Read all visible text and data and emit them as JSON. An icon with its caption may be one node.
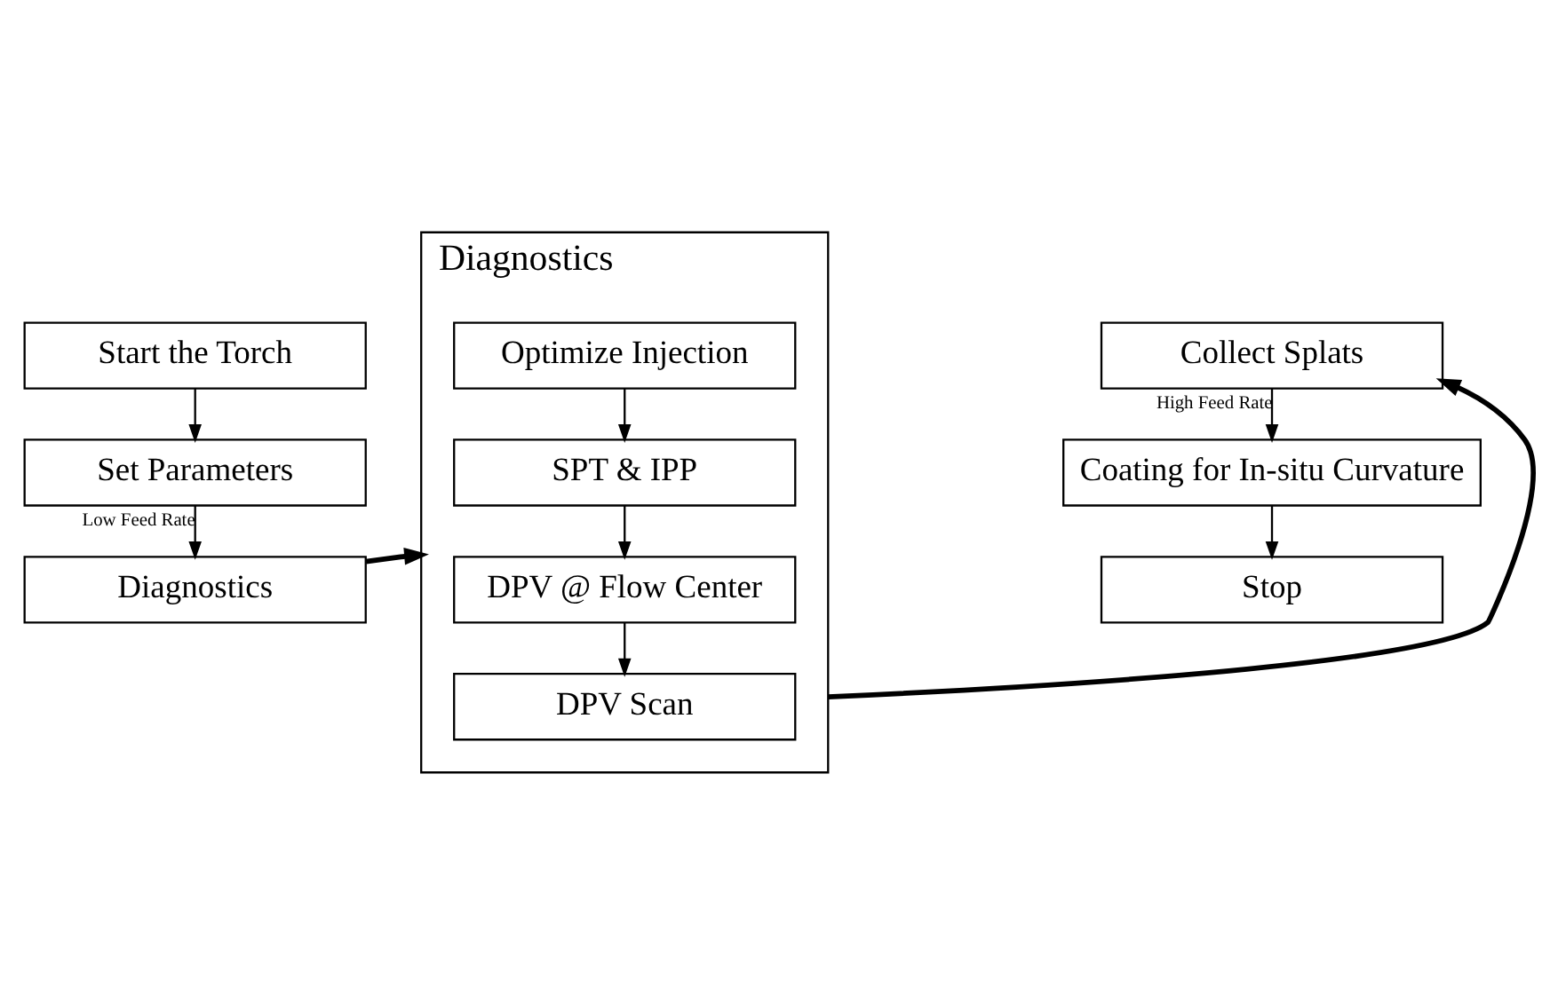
{
  "diagram": {
    "nodes": [
      {
        "text": [
          "Start the Torch"
        ]
      },
      {
        "text": [
          "Set Parameters"
        ]
      },
      {
        "text": [
          "Diagnostics"
        ]
      },
      {
        "text": [
          "Collect Splats"
        ]
      },
      {
        "text": [
          "Coating for In-situ Curvature"
        ]
      },
      {
        "text": [
          "Stop"
        ]
      },
      {
        "text": [
          "Diagnostics"
        ]
      },
      {
        "text": [
          "Optimize Injection"
        ],
        "in": 6
      },
      {
        "text": [
          "SPT & IPP"
        ],
        "in": 6
      },
      {
        "text": [
          "DPV @ Flow Center"
        ],
        "in": 6
      },
      {
        "text": [
          "DPV Scan"
        ],
        "in": 6
      }
    ],
    "edges": [
      {
        "from": 0,
        "to": 1,
        "arrow": "to"
      },
      {
        "from": 1,
        "to": 2,
        "arrow": "to",
        "label": "Low Feed Rate"
      },
      {
        "from": 2,
        "to": 6,
        "arrow": "to",
        "style": "thick"
      },
      {
        "from": 7,
        "to": 8,
        "arrow": "to"
      },
      {
        "from": 8,
        "to": 9,
        "arrow": "to"
      },
      {
        "from": 9,
        "to": 10,
        "arrow": "to"
      },
      {
        "from": 6,
        "to": 3,
        "arrow": "to",
        "style": "thick"
      },
      {
        "from": 3,
        "to": 4,
        "arrow": "to",
        "label": "High Feed Rate"
      },
      {
        "from": 4,
        "to": 5,
        "arrow": "to"
      }
    ]
  }
}
